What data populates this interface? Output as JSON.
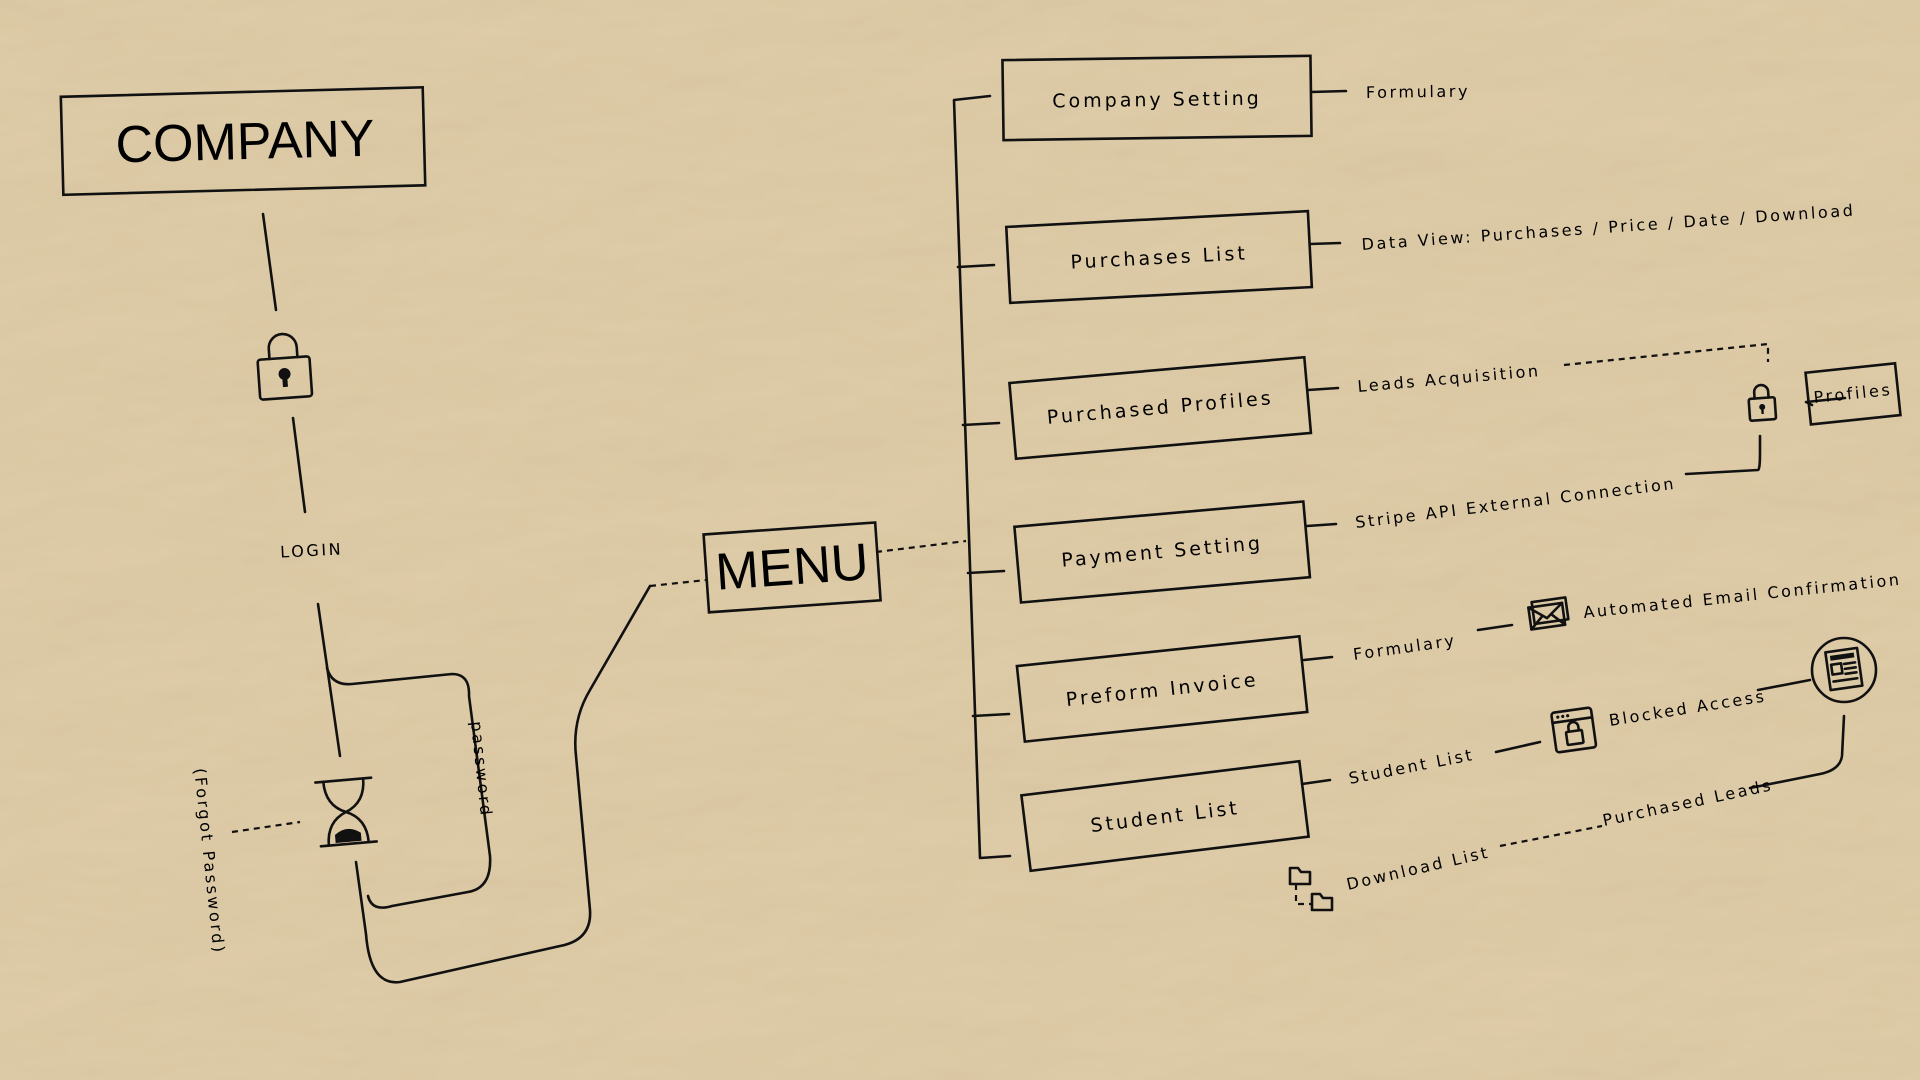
{
  "title": "COMPANY",
  "login_flow": {
    "login_label": "LOGIN",
    "password_label": "password",
    "forgot_label": "(Forgot Password)"
  },
  "menu": {
    "label": "MENU"
  },
  "menu_items": [
    {
      "label": "Company Setting",
      "details": [
        "Formulary"
      ]
    },
    {
      "label": "Purchases List",
      "details": [
        "Data View: Purchases / Price / Date / Download"
      ]
    },
    {
      "label": "Purchased Profiles",
      "details": [
        "Leads Acquisition"
      ]
    },
    {
      "label": "Payment Setting",
      "details": [
        "Stripe API External Connection"
      ]
    },
    {
      "label": "Preform Invoice",
      "details": [
        "Formulary",
        "Automated Email Confirmation"
      ]
    },
    {
      "label": "Student List",
      "details": [
        "Student List",
        "Blocked Access",
        "Download List",
        "Purchased Leads"
      ]
    }
  ],
  "profiles": {
    "label": "Profiles"
  },
  "icons": [
    "lock-icon",
    "hourglass-icon",
    "envelope-icon",
    "browser-lock-icon",
    "folder-icon",
    "webpage-circle-icon"
  ],
  "colors": {
    "paper": "#e4d2b0",
    "ink": "#111111"
  }
}
